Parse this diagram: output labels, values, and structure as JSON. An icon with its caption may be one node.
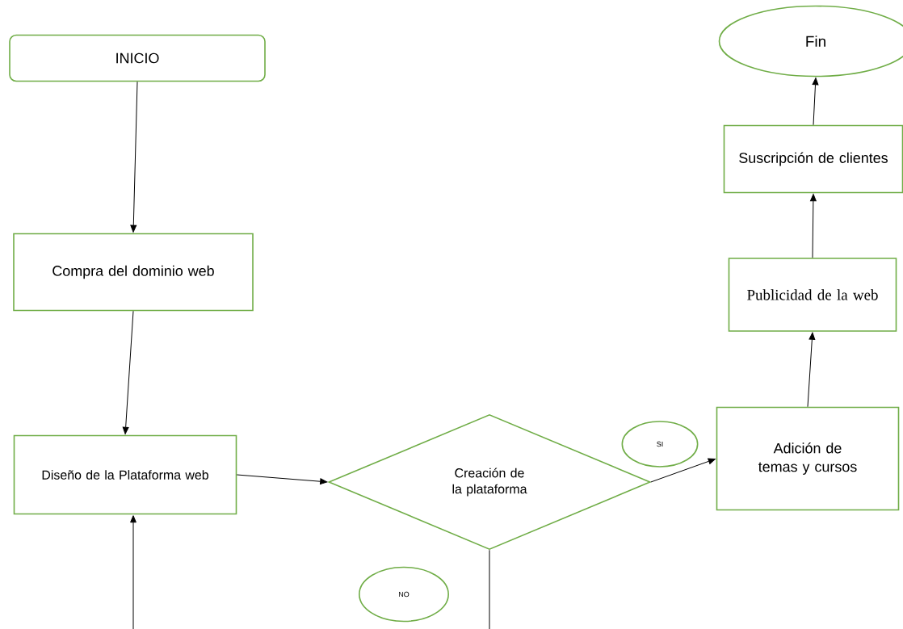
{
  "diagram": {
    "nodes": [
      {
        "text": [
          "INICIO"
        ]
      },
      {
        "text": [
          "Compra del dominio web"
        ]
      },
      {
        "text": [
          "Diseño de la Plataforma web"
        ]
      },
      {
        "text": [
          "Creación de la plataforma"
        ]
      },
      {
        "text": [
          "Adición de temas y cursos"
        ]
      },
      {
        "text": [
          "Publicidad de la web"
        ]
      },
      {
        "text": [
          "Suscripción de clientes"
        ]
      },
      {
        "text": [
          "Fin"
        ]
      },
      {
        "text": [
          "SI"
        ]
      },
      {
        "text": [
          "NO"
        ]
      }
    ],
    "edges": [
      {
        "from": 0,
        "to": 1,
        "arrow": "to"
      },
      {
        "from": 1,
        "to": 2,
        "arrow": "to"
      },
      {
        "from": 2,
        "to": 3,
        "arrow": "to"
      },
      {
        "from": 3,
        "to": 4,
        "arrow": "to"
      },
      {
        "from": 4,
        "to": 5,
        "arrow": "to"
      },
      {
        "from": 5,
        "to": 6,
        "arrow": "to"
      },
      {
        "from": 6,
        "to": 7,
        "arrow": "to"
      },
      {
        "from": 3,
        "to": 2,
        "arrow": "to"
      }
    ]
  }
}
